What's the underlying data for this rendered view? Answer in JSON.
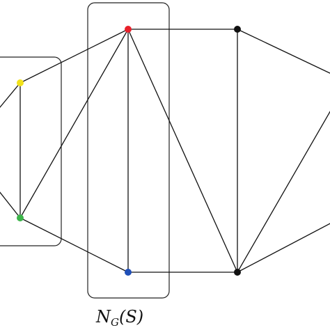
{
  "diagram": {
    "label": {
      "main": "N",
      "subscript": "G",
      "argument": "(S)"
    },
    "nodes": [
      {
        "id": "yellow",
        "color": "#f2e21a"
      },
      {
        "id": "green",
        "color": "#3cb54a"
      },
      {
        "id": "red",
        "color": "#e8202a"
      },
      {
        "id": "blue",
        "color": "#1f4fb8"
      },
      {
        "id": "top-black",
        "color": "#111111"
      },
      {
        "id": "bottom-black",
        "color": "#111111"
      }
    ],
    "edge_color": "#111111"
  }
}
